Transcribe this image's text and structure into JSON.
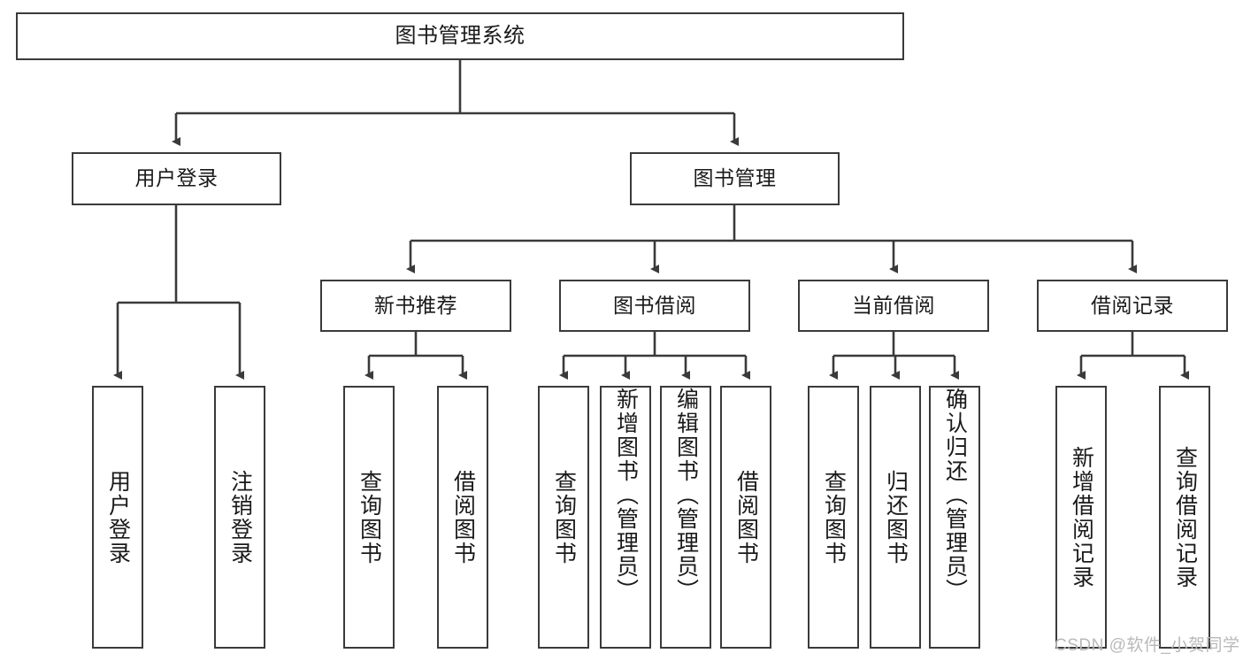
{
  "diagram": {
    "title_node": {
      "label": "图书管理系统"
    },
    "level2": [
      {
        "id": "user-login",
        "label": "用户登录"
      },
      {
        "id": "book-management",
        "label": "图书管理"
      }
    ],
    "level3": [
      {
        "id": "new-book-recommend",
        "label": "新书推荐"
      },
      {
        "id": "book-borrow",
        "label": "图书借阅"
      },
      {
        "id": "current-borrow",
        "label": "当前借阅"
      },
      {
        "id": "borrow-record",
        "label": "借阅记录"
      }
    ],
    "leaves": {
      "user_login": [
        {
          "id": "leaf-user-login",
          "label": "用户登录"
        },
        {
          "id": "leaf-logout-login",
          "label": "注销登录"
        }
      ],
      "new_book_recommend": [
        {
          "id": "leaf-query-book-1",
          "label": "查询图书"
        },
        {
          "id": "leaf-borrow-book-1",
          "label": "借阅图书"
        }
      ],
      "book_borrow": [
        {
          "id": "leaf-query-book-2",
          "label": "查询图书"
        },
        {
          "id": "leaf-add-book",
          "label": "新增图书（管理员）"
        },
        {
          "id": "leaf-edit-book",
          "label": "编辑图书（管理员）"
        },
        {
          "id": "leaf-borrow-book-2",
          "label": "借阅图书"
        }
      ],
      "current_borrow": [
        {
          "id": "leaf-query-book-3",
          "label": "查询图书"
        },
        {
          "id": "leaf-return-book",
          "label": "归还图书"
        },
        {
          "id": "leaf-confirm-return",
          "label": "确认归还（管理员）"
        }
      ],
      "borrow_record": [
        {
          "id": "leaf-add-record",
          "label": "新增借阅记录"
        },
        {
          "id": "leaf-query-record",
          "label": "查询借阅记录"
        }
      ]
    }
  },
  "watermark": {
    "text": "CSDN @软件_小贺同学"
  },
  "colors": {
    "border": "#3a3a3a",
    "text": "#1a1a1a",
    "background": "#ffffff",
    "watermark": "#b9b9b9"
  }
}
